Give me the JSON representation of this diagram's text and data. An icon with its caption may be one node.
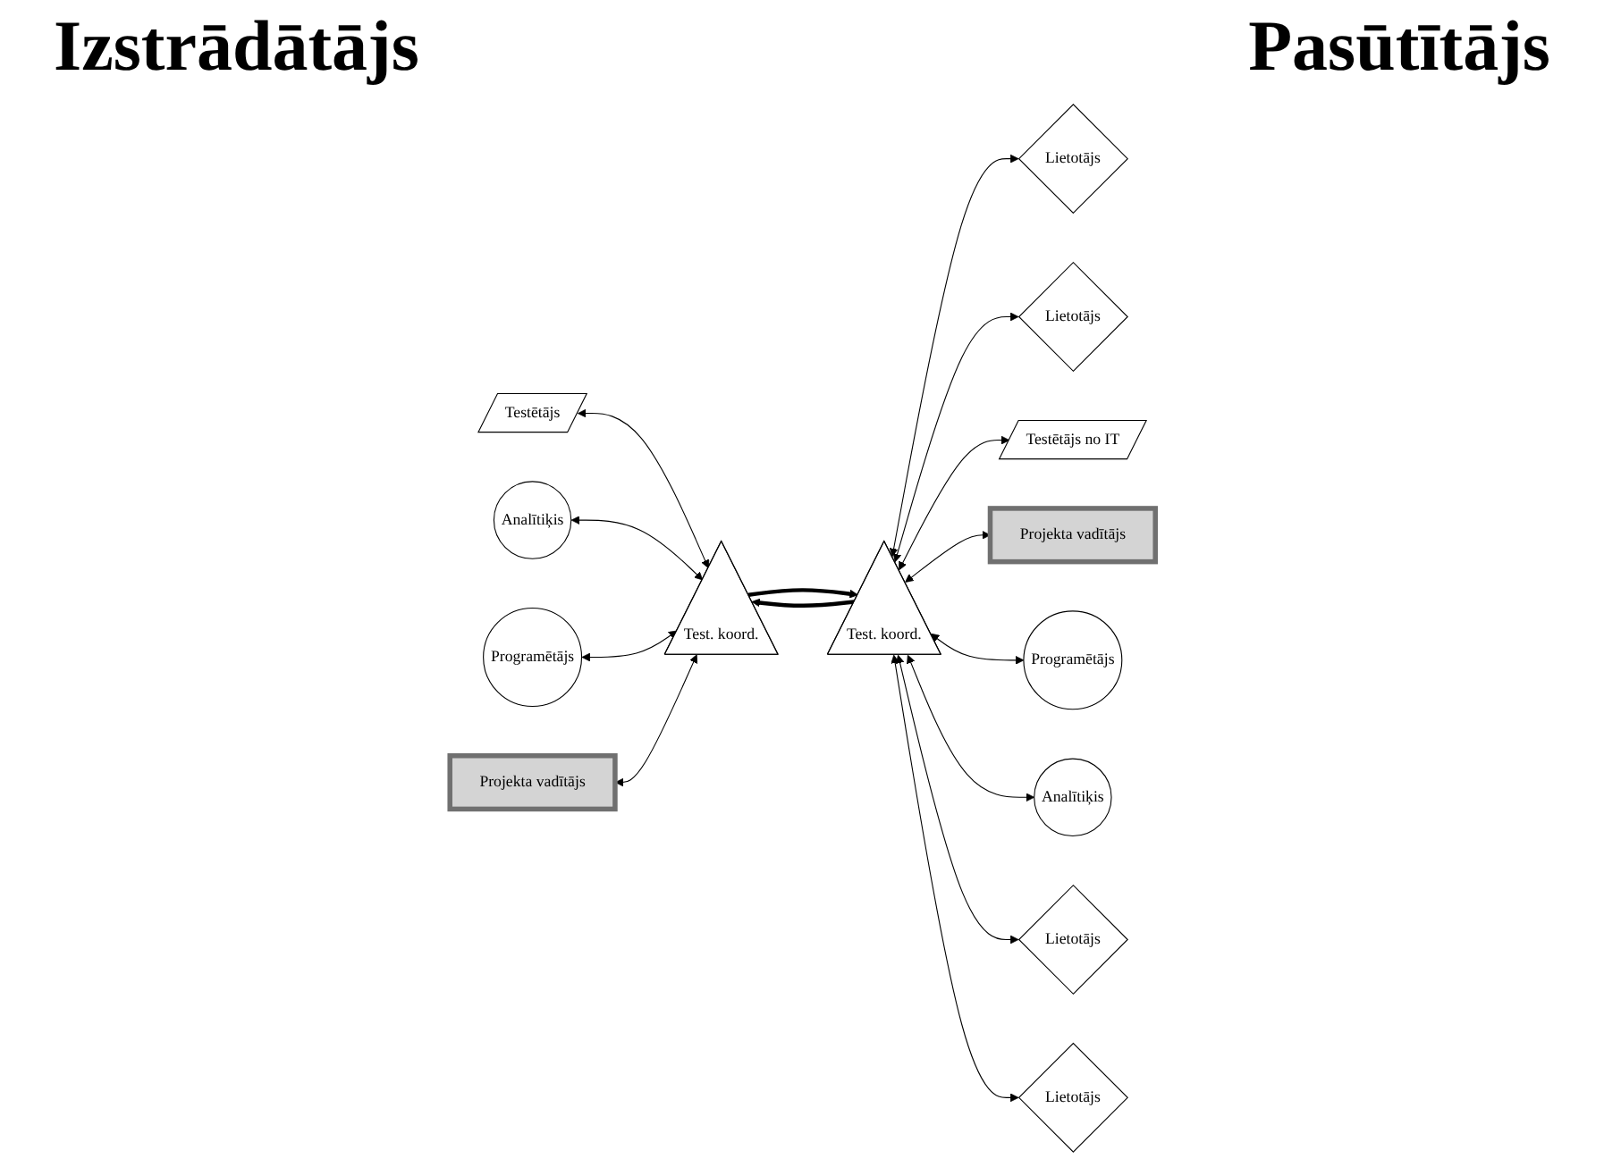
{
  "diagram": {
    "nodes": [
      {
        "text": [
          "Testētājs"
        ]
      },
      {
        "text": [
          "Lietotājs"
        ]
      },
      {
        "text": [
          "Testētājs no IT"
        ]
      },
      {
        "text": [
          "Lietotājs"
        ]
      },
      {
        "text": [
          "Analītiķis"
        ]
      },
      {
        "text": [
          "Projekta vadītājs"
        ]
      },
      {
        "text": [
          "Test. koord."
        ]
      },
      {
        "text": [
          "Test. koord."
        ]
      },
      {
        "text": [
          "Programētājs"
        ]
      },
      {
        "text": [
          "Programētājs"
        ]
      },
      {
        "text": [
          "Lietotājs"
        ]
      },
      {
        "text": [
          "Analītiķis"
        ]
      },
      {
        "text": [
          "Lietotājs"
        ]
      },
      {
        "text": [
          "Projekta vadītājs"
        ]
      }
    ],
    "edges": [
      {
        "from": 0,
        "to": 7,
        "arrow": "both"
      },
      {
        "from": 4,
        "to": 7,
        "arrow": "both"
      },
      {
        "from": 8,
        "to": 7,
        "arrow": "both"
      },
      {
        "from": 13,
        "to": 7,
        "arrow": "both"
      },
      {
        "from": 6,
        "to": 7,
        "arrow": "to",
        "style": "thick"
      },
      {
        "from": 7,
        "to": 6,
        "arrow": "to",
        "style": "thick"
      },
      {
        "from": 6,
        "to": 1,
        "arrow": "both"
      },
      {
        "from": 6,
        "to": 3,
        "arrow": "both"
      },
      {
        "from": 6,
        "to": 2,
        "arrow": "both"
      },
      {
        "from": 6,
        "to": 5,
        "arrow": "both"
      },
      {
        "from": 6,
        "to": 9,
        "arrow": "both"
      },
      {
        "from": 6,
        "to": 11,
        "arrow": "both"
      },
      {
        "from": 6,
        "to": 10,
        "arrow": "both"
      },
      {
        "from": 6,
        "to": 12,
        "arrow": "both"
      }
    ],
    "labels": [
      "Izstrādātājs",
      "Pasūtītājs"
    ]
  }
}
